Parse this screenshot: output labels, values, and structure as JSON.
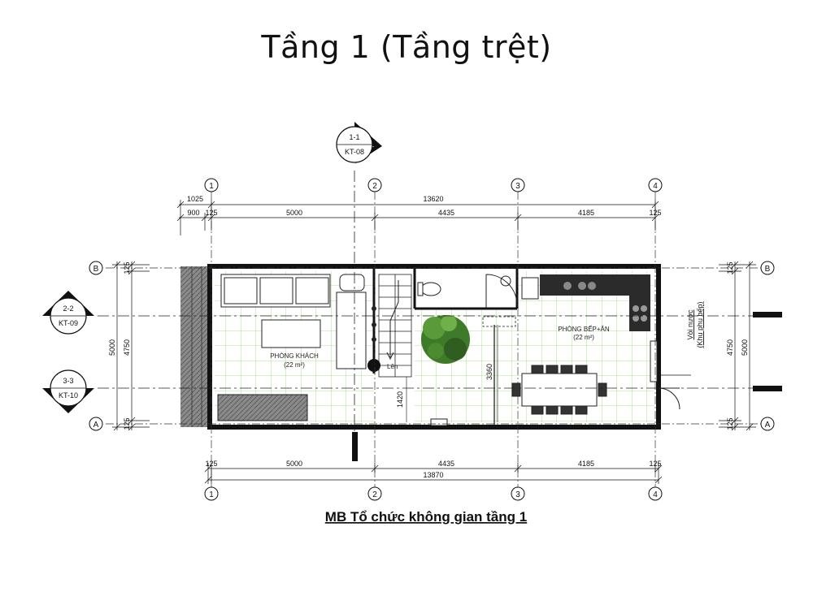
{
  "title": "Tầng 1 (Tầng trệt)",
  "caption": "MB Tổ chức không gian tầng 1",
  "grid_columns": [
    "1",
    "2",
    "3",
    "4"
  ],
  "grid_rows": [
    "B",
    "A"
  ],
  "section_markers": {
    "top": {
      "num": "1-1",
      "sheet": "KT-08"
    },
    "left_upper": {
      "num": "2-2",
      "sheet": "KT-09"
    },
    "left_lower": {
      "num": "3-3",
      "sheet": "KT-10"
    }
  },
  "dims_top": {
    "overall_offset": "1025",
    "overall": "13620",
    "seg_900": "900",
    "seg_125a": "125",
    "seg_5000": "5000",
    "seg_4435": "4435",
    "seg_4185": "4185",
    "seg_125b": "125"
  },
  "dims_bottom": {
    "seg_125a": "125",
    "seg_5000": "5000",
    "seg_4435": "4435",
    "seg_4185": "4185",
    "seg_125b": "125",
    "overall": "13870"
  },
  "dims_left": {
    "outer": "5000",
    "inner": "4750",
    "top": "125",
    "bottom": "125"
  },
  "dims_right": {
    "outer": "5000",
    "inner": "4750",
    "top": "125",
    "bottom": "125"
  },
  "dims_inner": {
    "d3360": "3360",
    "d1420": "1420"
  },
  "rooms": {
    "living": {
      "name": "PHÒNG KHÁCH",
      "area": "(22 m²)"
    },
    "kitchen": {
      "name": "PHÒNG BẾP+ĂN",
      "area": "(22 m²)"
    }
  },
  "stair_label": "Lên",
  "water_tap": {
    "line1": "Vòi nước",
    "line2": "(Khu phụ bếp)"
  }
}
